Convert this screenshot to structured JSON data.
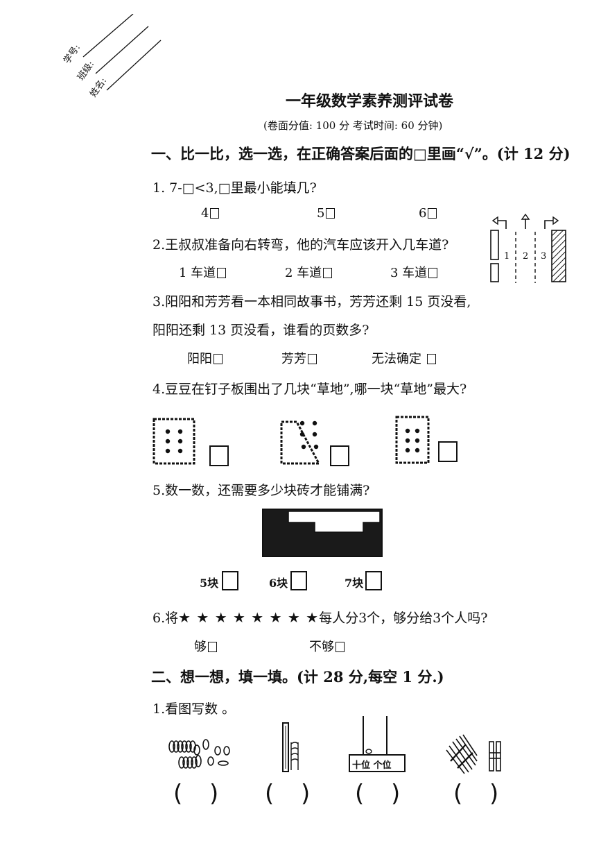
{
  "header": {
    "student_no_label": "学号:",
    "class_label": "班级:",
    "name_label": "姓名:",
    "title": "一年级数学素养测评试卷",
    "subtitle": "(卷面分值: 100 分   考试时间: 60 分钟)"
  },
  "section1": {
    "heading": "一、比一比，选一选，在正确答案后面的□里画“√”。(计 12 分)",
    "q1": {
      "text": "1.  7-□<3,□里最小能填几?",
      "options": [
        "4",
        "5",
        "6"
      ]
    },
    "q2": {
      "text": "2.王叔叔准备向右转弯，他的汽车应该开入几车道?",
      "options": [
        "1 车道",
        "2 车道",
        "3 车道"
      ],
      "lane_labels": [
        "1",
        "2",
        "3"
      ]
    },
    "q3": {
      "line1": "3.阳阳和芳芳看一本相同故事书，芳芳还剩 15 页没看,",
      "line2": "阳阳还剩 13 页没看，谁看的页数多?",
      "options": [
        "阳阳",
        "芳芳",
        "无法确定 "
      ]
    },
    "q4": {
      "text": "4.豆豆在钉子板围出了几块“草地”,哪一块“草地”最大?"
    },
    "q5": {
      "text": "5.数一数，还需要多少块砖才能铺满?",
      "options": [
        "5块",
        "6块",
        "7块"
      ]
    },
    "q6": {
      "prefix": "6.将",
      "stars": "★ ★ ★ ★ ★ ★ ★ ★",
      "suffix": "每人分3个，够分给3个人吗?",
      "options": [
        "够",
        "不够"
      ]
    }
  },
  "section2": {
    "heading": "二、想一想，填一填。(计 28 分,每空 1 分.)",
    "q1": {
      "text": "1.看图写数 。",
      "abacus_label": "十位 个位",
      "blank_open": "(",
      "blank_close": ")"
    }
  }
}
